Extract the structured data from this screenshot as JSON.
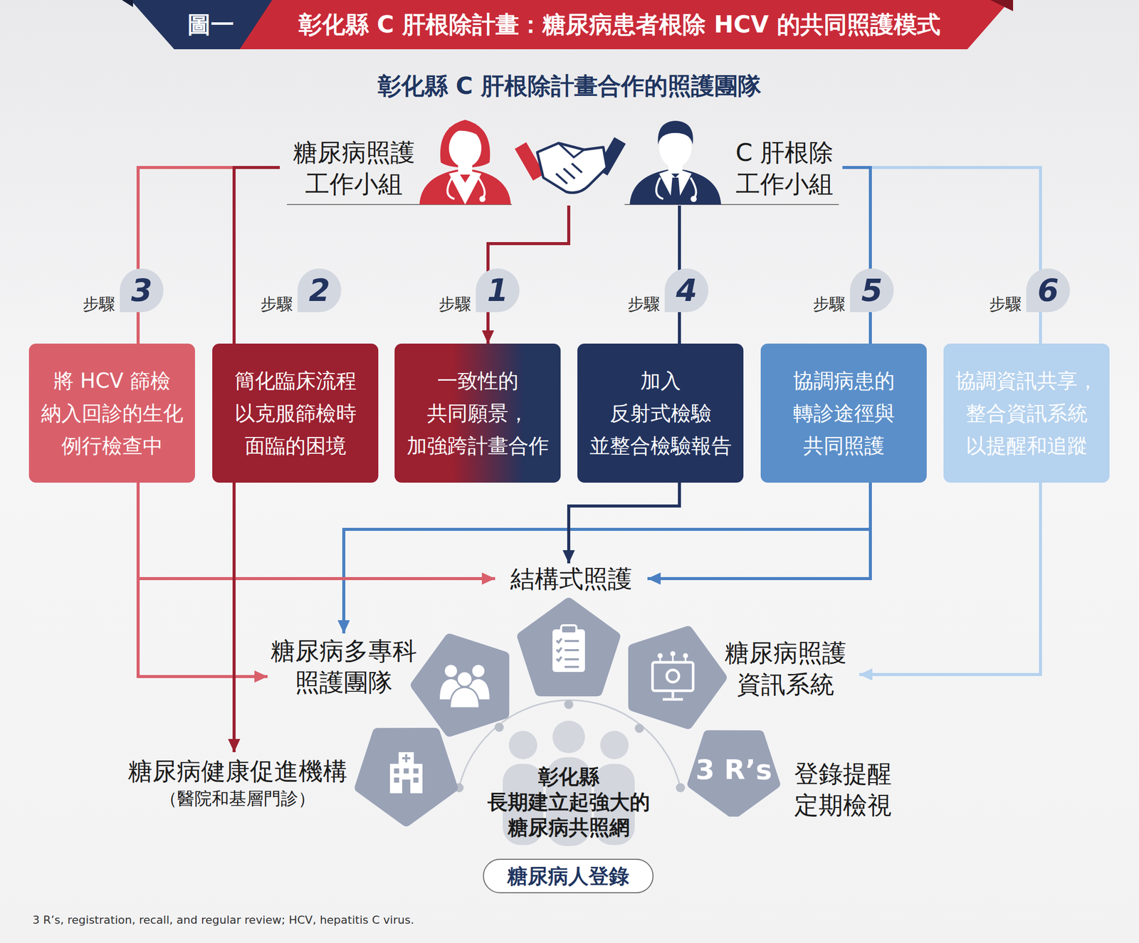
{
  "diagram": {
    "title": "彰化縣 C 肝根除計畫：糖尿病患者根除 HCV 的共同照護模式",
    "caption": "3 R’s, registration, recall, and regular review; HCV, hepatitis C virus.",
    "nodes": [
      {
        "text": [
          "糖尿病照護 工作小組"
        ]
      },
      {
        "text": [
          "C 肝根除 工作小組"
        ]
      },
      {
        "text": [
          "將 HCV 篩檢 納入回診的生化 例行檢查中"
        ]
      },
      {
        "text": [
          "簡化臨床流程 以克服篩檢時 面臨的困境"
        ]
      },
      {
        "text": [
          "一致性的 共同願景， 加強跨計畫合作"
        ]
      },
      {
        "text": [
          "加入 反射式檢驗 並整合檢驗報告"
        ]
      },
      {
        "text": [
          "協調病患的 轉診途徑與 共同照護"
        ]
      },
      {
        "text": [
          "協調資訊共享， 整合資訊系統 以提醒和追蹤"
        ]
      },
      {
        "text": [
          "結構式照護"
        ]
      },
      {
        "text": [
          "糖尿病多專科 照護團隊"
        ]
      },
      {
        "text": [
          "糖尿病照護 資訊系統"
        ]
      },
      {
        "text": [
          "糖尿病健康促進機構",
          "（醫院和基層門診）"
        ]
      },
      {
        "text": [
          "3 R’s"
        ]
      },
      {
        "text": [
          "登錄提醒 定期檢視"
        ]
      },
      {
        "text": [
          "彰化縣 長期建立起強大的 糖尿病共照網"
        ]
      },
      {
        "text": [
          "糖尿病人登錄"
        ]
      }
    ],
    "edges": [
      {
        "from": 0,
        "to": 2,
        "arrow": "none"
      },
      {
        "from": 0,
        "to": 3,
        "arrow": "none"
      },
      {
        "from": 0,
        "to": 4,
        "arrow": "to"
      },
      {
        "from": 1,
        "to": 5,
        "arrow": "none"
      },
      {
        "from": 1,
        "to": 6,
        "arrow": "none"
      },
      {
        "from": 1,
        "to": 7,
        "arrow": "none"
      },
      {
        "from": 2,
        "to": 8,
        "arrow": "to"
      },
      {
        "from": 2,
        "to": 9,
        "arrow": "to"
      },
      {
        "from": 3,
        "to": 11,
        "arrow": "to"
      },
      {
        "from": 5,
        "to": 8,
        "arrow": "to"
      },
      {
        "from": 6,
        "to": 8,
        "arrow": "to"
      },
      {
        "from": 6,
        "to": 9,
        "arrow": "to"
      },
      {
        "from": 7,
        "to": 10,
        "arrow": "to"
      }
    ],
    "labels": [
      "圖一",
      "彰化縣 C 肝根除計畫合作的照護團隊",
      "步驟",
      "3",
      "步驟",
      "2",
      "步驟",
      "1",
      "步驟",
      "4",
      "步驟",
      "5",
      "步驟",
      "6"
    ]
  }
}
